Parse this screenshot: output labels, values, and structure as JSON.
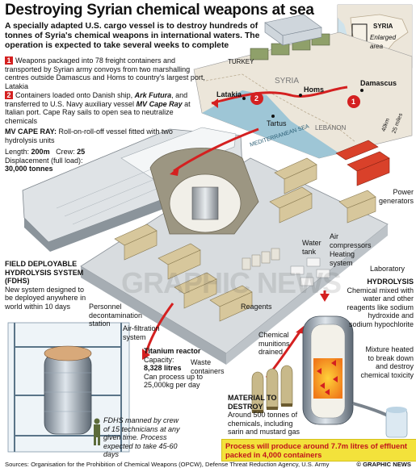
{
  "title": "Destroying Syrian chemical weapons at sea",
  "lead": "A specially adapted U.S. cargo vessel is to destroy hundreds of tonnes of Syria's chemical weapons in international waters. The operation is expected to take several weeks to complete",
  "steps": [
    {
      "num": "1",
      "text": "Weapons packaged into 78 freight containers and transported by Syrian army convoys from two marshalling centres outside Damascus and Homs to country's largest port, Latakia"
    },
    {
      "num": "2",
      "text_a": "Containers loaded onto Danish ship, ",
      "ship1": "Ark Futura",
      "text_b": ", and transferred to U.S. Navy auxiliary vessel ",
      "ship2": "MV Cape Ray",
      "text_c": " at Italian port. Cape Ray sails to open sea to neutralize chemicals"
    }
  ],
  "vessel": {
    "name": "MV CAPE RAY:",
    "desc": "Roll-on-roll-off vessel fitted with two hydrolysis units",
    "length_label": "Length:",
    "length": "200m",
    "crew_label": "Crew:",
    "crew": "25",
    "disp_label": "Displacement (full load):",
    "disp": "30,000 tonnes"
  },
  "map": {
    "syria_inset": "SYRIA",
    "enlarged": "Enlarged area",
    "turkey": "TURKEY",
    "syria": "SYRIA",
    "latakia": "Latakia",
    "homs": "Homs",
    "damascus": "Damascus",
    "tartus": "Tartus",
    "lebanon": "LEBANON",
    "sea": "MEDITERRANEAN SEA",
    "scale_km": "40km",
    "scale_mi": "25 miles",
    "marker1": "1",
    "marker2": "2"
  },
  "fdhs": {
    "heading": "FIELD DEPLOYABLE HYDROLYSIS SYSTEM (FDHS)",
    "desc": "New system designed to be deployed anywhere in world within 10 days"
  },
  "labels": {
    "power": "Power generators",
    "air_comp": "Air compressors",
    "heating": "Heating system",
    "water": "Water tank",
    "lab": "Laboratory",
    "personnel": "Personnel decontamination station",
    "airfilt": "Air-filtration system",
    "reagents": "Reagents",
    "waste": "Waste containers",
    "munitions": "Chemical munitions drained"
  },
  "reactor": {
    "heading": "Titanium reactor",
    "cap_label": "Capacity:",
    "capacity": "8,328 litres",
    "process": "Can process up to 25,000kg per day"
  },
  "crew_note": "FDHS manned by crew of 15 technicians at any given time. Process expected to take 45-60 days",
  "hydrolysis": {
    "heading": "HYDROLYSIS",
    "p1": "Chemical mixed with water and other reagents like sodium hydroxide and sodium hypochlorite",
    "p2": "Mixture heated to break down and destroy chemical toxicity"
  },
  "material": {
    "heading": "MATERIAL TO DESTROY",
    "text": "Around 500 tonnes of chemicals, including sarin and mustard gas"
  },
  "banner": "Process will produce around 7.7m litres of effluent packed in 4,000 containers",
  "footer": {
    "source": "Sources: Organisation for the Prohibition of Chemical Weapons (OPCW), Defense Threat Reduction Agency, U.S. Army",
    "credit": "© GRAPHIC NEWS"
  },
  "watermark": "GRAPHIC NEWS",
  "colors": {
    "accent_red": "#d42020",
    "sea": "#9ec6d6",
    "banner": "#f3e23b",
    "land": "#ece6da"
  }
}
